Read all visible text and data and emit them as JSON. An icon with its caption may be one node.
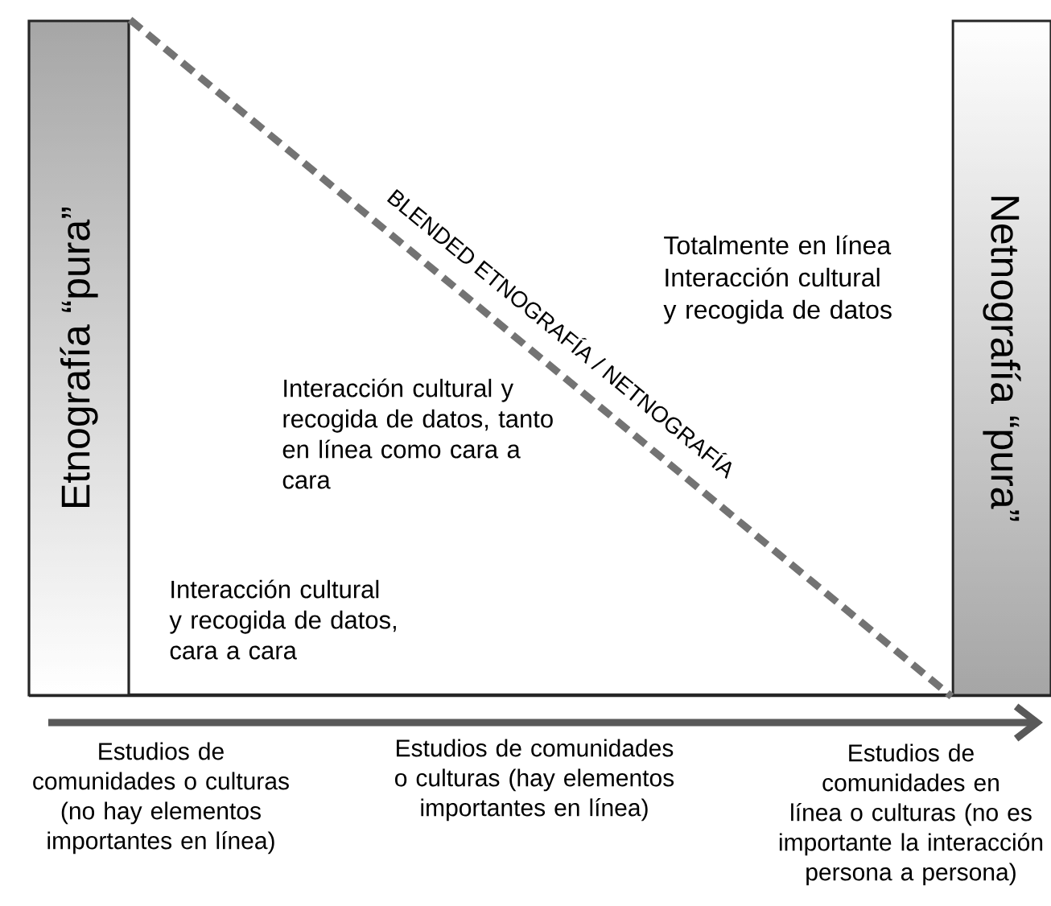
{
  "diagram": {
    "nodes": [
      {
        "text": [
          "Etnografía “pura”"
        ]
      },
      {
        "text": [
          "Netnografía “pura”"
        ]
      }
    ],
    "edges": [
      {
        "from": 0,
        "to": 1,
        "arrow": "none",
        "style": "dashed",
        "label": "BLENDED ETNOGRAFÍA / NETNOGRAFÍA"
      }
    ],
    "labels": [
      "Totalmente en línea Interacción cultural y recogida de datos",
      "Interacción cultural y recogida de datos, tanto en línea como cara a cara",
      "Interacción cultural y recogida de datos, cara a cara",
      "Estudios de comunidades o culturas (no hay elementos importantes en línea)",
      "Estudios de comunidades o culturas (hay elementos importantes en línea)",
      "Estudios de comunidades en línea o culturas (no es importante la interacción persona a persona)"
    ]
  }
}
